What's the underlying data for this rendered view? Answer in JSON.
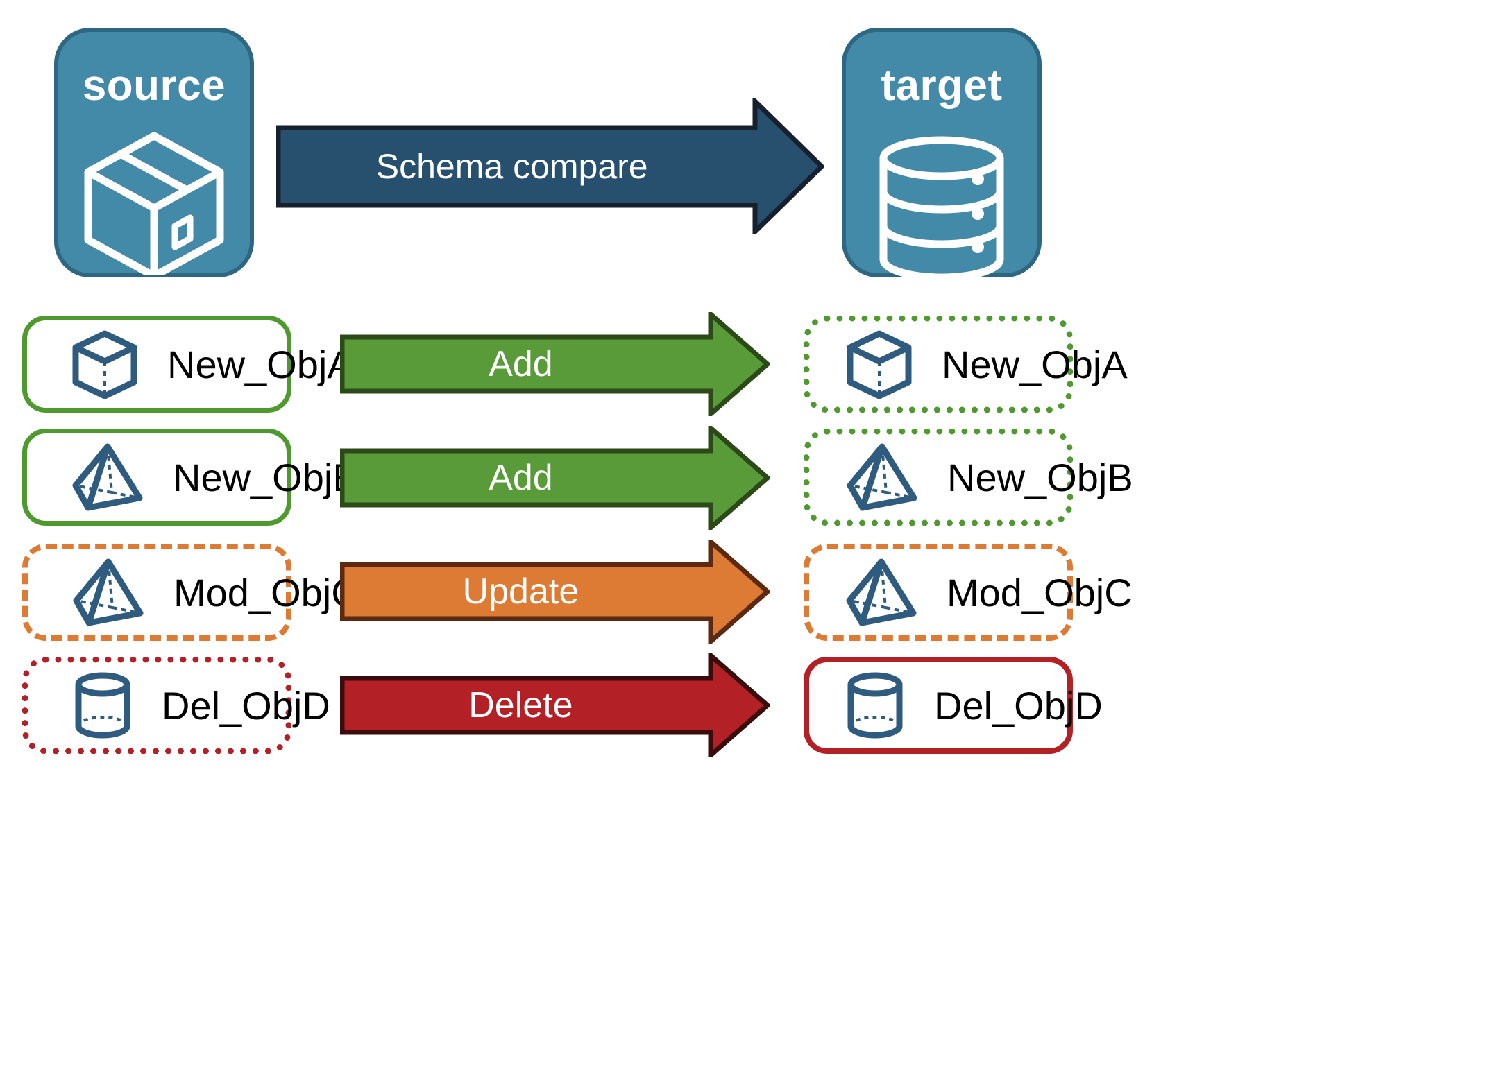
{
  "diagram": {
    "title_role": "schema-compare-diagram",
    "endpoints": [
      {
        "id": "source",
        "label": "source",
        "icon": "package-box-icon"
      },
      {
        "id": "target",
        "label": "target",
        "icon": "database-cylinder-icon"
      }
    ],
    "main_arrow": {
      "label": "Schema compare",
      "fill": "#27506E",
      "stroke": "#16202E"
    },
    "rows": [
      {
        "action": "Add",
        "source_object": "New_ObjA",
        "target_object": "New_ObjA",
        "icon": "cube-wireframe-icon",
        "arrow_fill": "#589B38",
        "arrow_stroke": "#2B4A17",
        "source_border": "solid-green",
        "target_border": "dotted-green"
      },
      {
        "action": "Add",
        "source_object": "New_ObjB",
        "target_object": "New_ObjB",
        "icon": "pyramid-wireframe-icon",
        "arrow_fill": "#589B38",
        "arrow_stroke": "#2B4A17",
        "source_border": "solid-green",
        "target_border": "dotted-green"
      },
      {
        "action": "Update",
        "source_object": "Mod_ObjC",
        "target_object": "Mod_ObjC",
        "icon": "pyramid-wireframe-icon",
        "arrow_fill": "#DD7A33",
        "arrow_stroke": "#5B2A10",
        "source_border": "dashed-orange",
        "target_border": "dashed-orange"
      },
      {
        "action": "Delete",
        "source_object": "Del_ObjD",
        "target_object": "Del_ObjD",
        "icon": "cylinder-wireframe-icon",
        "arrow_fill": "#B32025",
        "arrow_stroke": "#3A0D0C",
        "source_border": "dotted-red",
        "target_border": "solid-red"
      }
    ],
    "colors": {
      "endpoint_fill": "#4389A8",
      "endpoint_stroke": "#2E6781",
      "icon_blue": "#2F5C7E",
      "green": "#4E9A2F",
      "orange": "#DD7A33",
      "red": "#B32025",
      "navy": "#27506E"
    }
  }
}
